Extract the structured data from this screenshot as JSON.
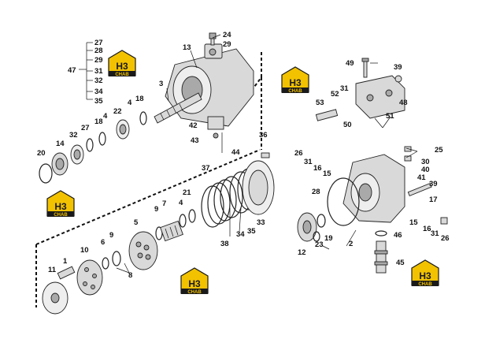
{
  "diagram": {
    "labels": {
      "p1": "1",
      "p2": "2",
      "p3": "3",
      "p4a": "4",
      "p4b": "4",
      "p5": "5",
      "p6": "6",
      "p7": "7",
      "p8": "8",
      "p9a": "9",
      "p9b": "9",
      "p10": "10",
      "p11": "11",
      "p12": "12",
      "p13": "13",
      "p14": "14",
      "p15a": "15",
      "p15b": "15",
      "p16a": "16",
      "p16b": "16",
      "p17": "17",
      "p18a": "18",
      "p18b": "18",
      "p19": "19",
      "p20": "20",
      "p21": "21",
      "p22": "22",
      "p23": "23",
      "p24": "24",
      "p25": "25",
      "p26a": "26",
      "p26b": "26",
      "p27a": "27",
      "p27b": "27",
      "p28a": "28",
      "p28b": "28",
      "p29a": "29",
      "p29b": "29",
      "p30": "30",
      "p31a": "31",
      "p31b": "31",
      "p31c": "31",
      "p31d": "31",
      "p32a": "32",
      "p32b": "32",
      "p33": "33",
      "p34a": "34",
      "p34b": "34",
      "p35a": "35",
      "p35b": "35",
      "p36": "36",
      "p37": "37",
      "p38": "38",
      "p39a": "39",
      "p39b": "39",
      "p40": "40",
      "p41": "41",
      "p42": "42",
      "p43": "43",
      "p44": "44",
      "p45": "45",
      "p46": "46",
      "p47": "47",
      "p48": "48",
      "p49": "49",
      "p50": "50",
      "p51": "51",
      "p52": "52",
      "p53": "53"
    },
    "watermark": {
      "logo_letters": "H3",
      "logo_caption": "CHAB"
    },
    "colors": {
      "ink": "#111111",
      "logo_yellow": "#f2c200",
      "logo_dark": "#1a1a1a"
    }
  }
}
